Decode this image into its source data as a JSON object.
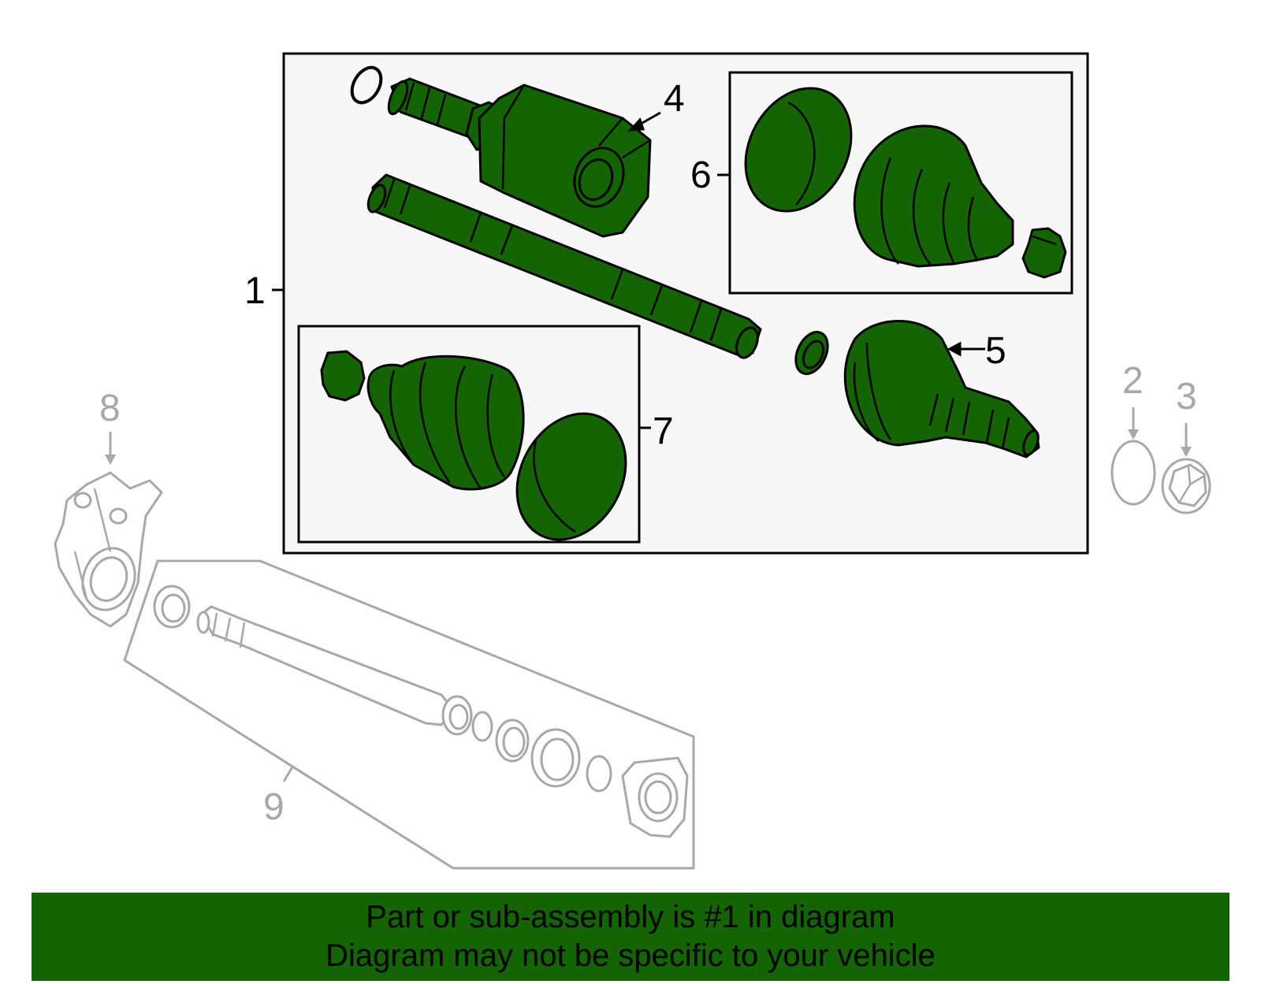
{
  "callouts": {
    "c1": "1",
    "c2": "2",
    "c3": "3",
    "c4": "4",
    "c5": "5",
    "c6": "6",
    "c7": "7",
    "c8": "8",
    "c9": "9"
  },
  "banner": {
    "line1": "Part or sub-assembly is #1 in diagram",
    "line2": "Diagram may not be specific to your vehicle"
  },
  "colors": {
    "part_fill": "#146404",
    "banner_bg": "#146404",
    "inactive_part": "#a8a8a8",
    "panel_bg": "#f7f7f7"
  }
}
